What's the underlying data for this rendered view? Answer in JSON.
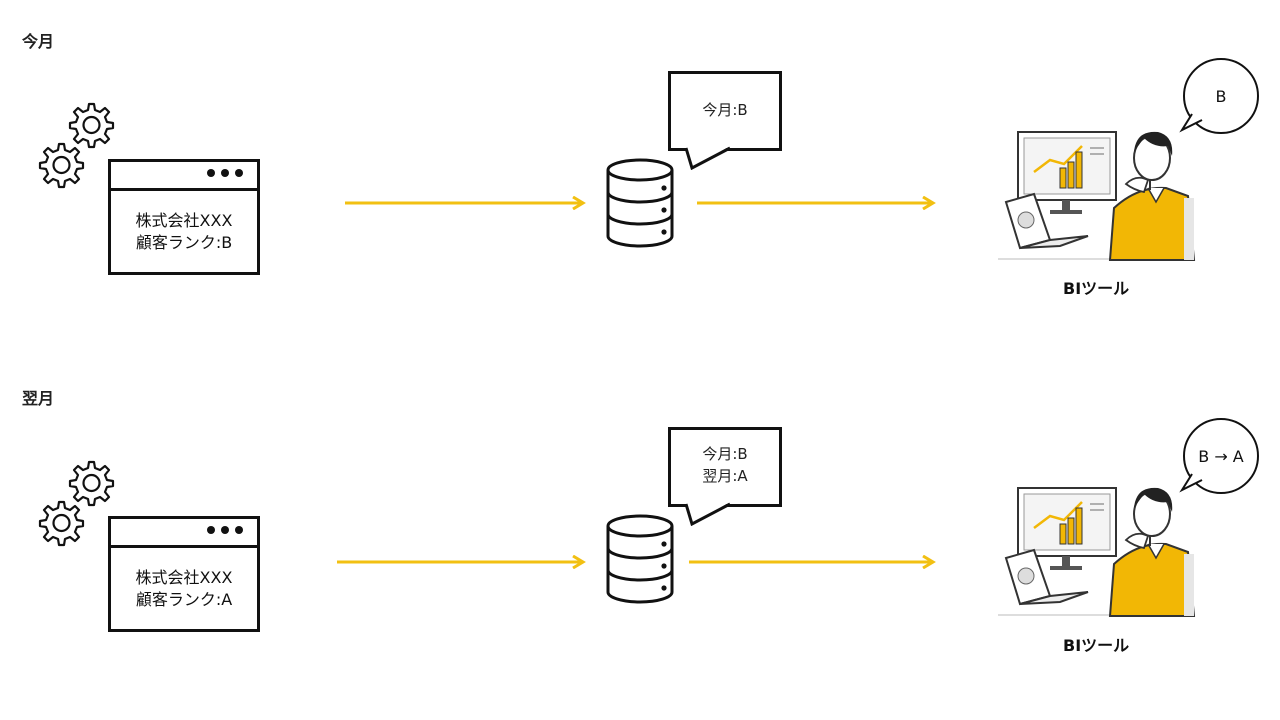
{
  "sections": [
    {
      "label": "今月",
      "app": {
        "line1": "株式会社XXX",
        "line2": "顧客ランク:B"
      },
      "db_bubble": {
        "line1": "今月:B",
        "line2": ""
      },
      "bi_label": "BIツール",
      "speech": "B"
    },
    {
      "label": "翌月",
      "app": {
        "line1": "株式会社XXX",
        "line2": "顧客ランク:A"
      },
      "db_bubble": {
        "line1": "今月:B",
        "line2": "翌月:A"
      },
      "bi_label": "BIツール",
      "speech": "B → A"
    }
  ],
  "colors": {
    "arrow": "#f2c012",
    "accent": "#f2b705",
    "line": "#111111"
  }
}
